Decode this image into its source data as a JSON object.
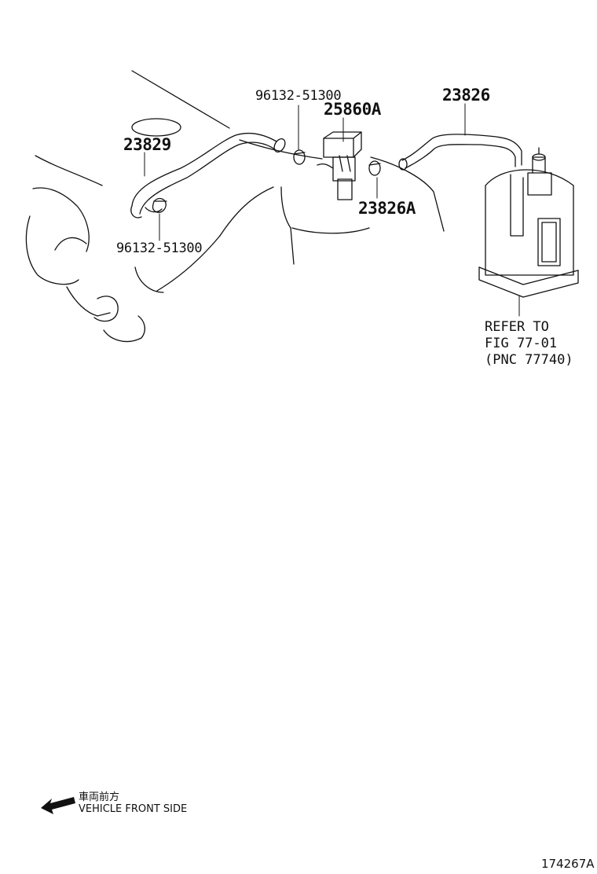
{
  "callouts": {
    "hose_left": "23829",
    "clip_top": "96132-51300",
    "valve": "25860A",
    "hose_right": "23826",
    "clamp_right": "23826A",
    "clip_bottom": "96132-51300"
  },
  "reference": {
    "line1": "REFER TO",
    "line2": "FIG 77-01",
    "line3": "(PNC 77740)"
  },
  "legend": {
    "japanese": "車両前方",
    "english": "VEHICLE FRONT SIDE",
    "arrow_icon": "arrow-left-icon"
  },
  "figure_number": "174267A"
}
